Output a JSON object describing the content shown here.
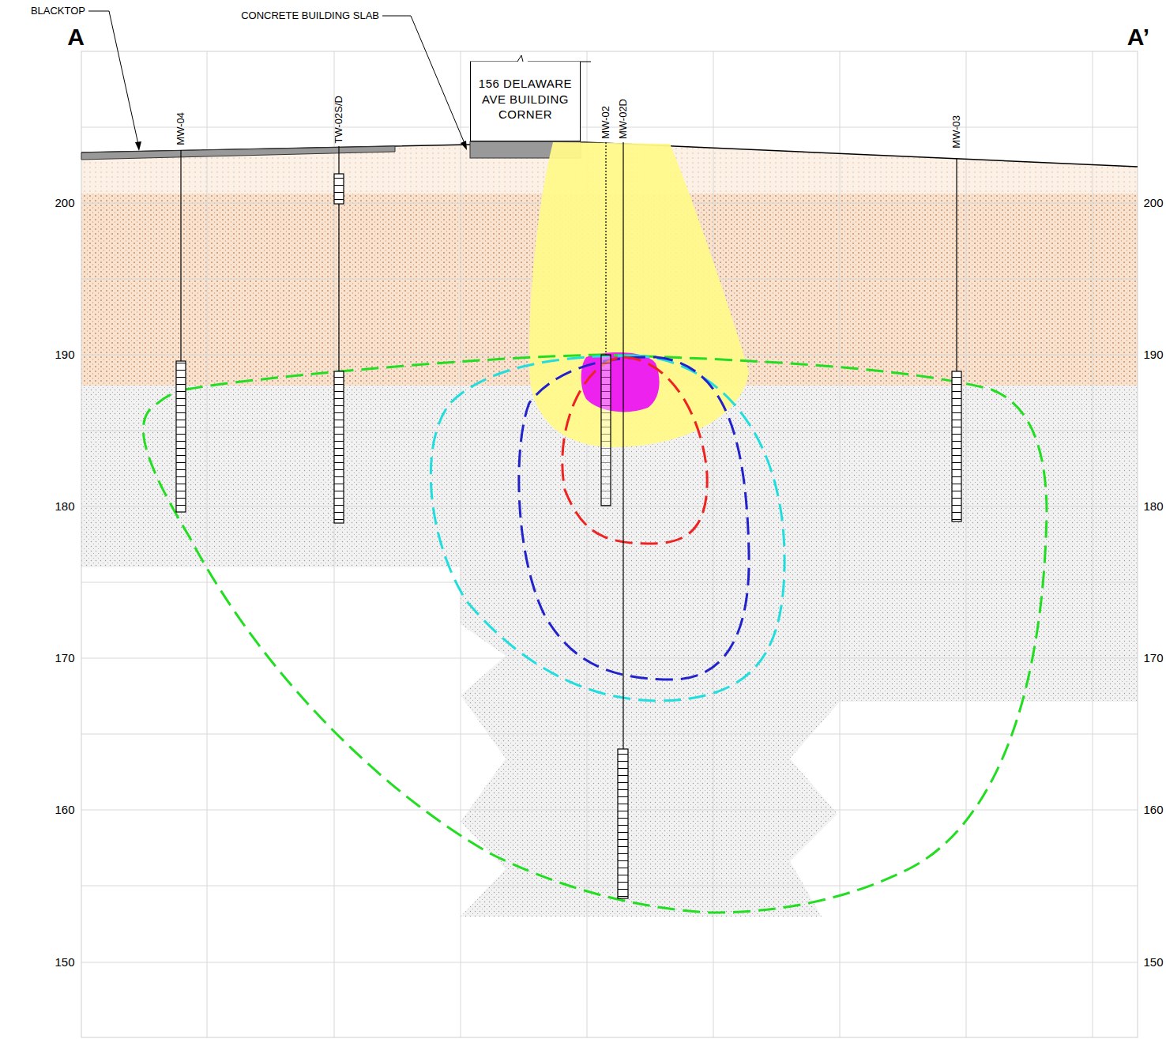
{
  "diagram": {
    "nodes": [
      {
        "text": [
          "156 DELAWARE AVE BUILDING CORNER"
        ]
      }
    ],
    "labels": [
      "A",
      "A’",
      "BLACKTOP",
      "CONCRETE BUILDING SLAB",
      "MW-04",
      "TW-02S/D",
      "MW-02",
      "MW-02D",
      "MW-03",
      "200",
      "190",
      "180",
      "170",
      "160",
      "150",
      "200",
      "190",
      "180",
      "170",
      "160",
      "150"
    ]
  }
}
